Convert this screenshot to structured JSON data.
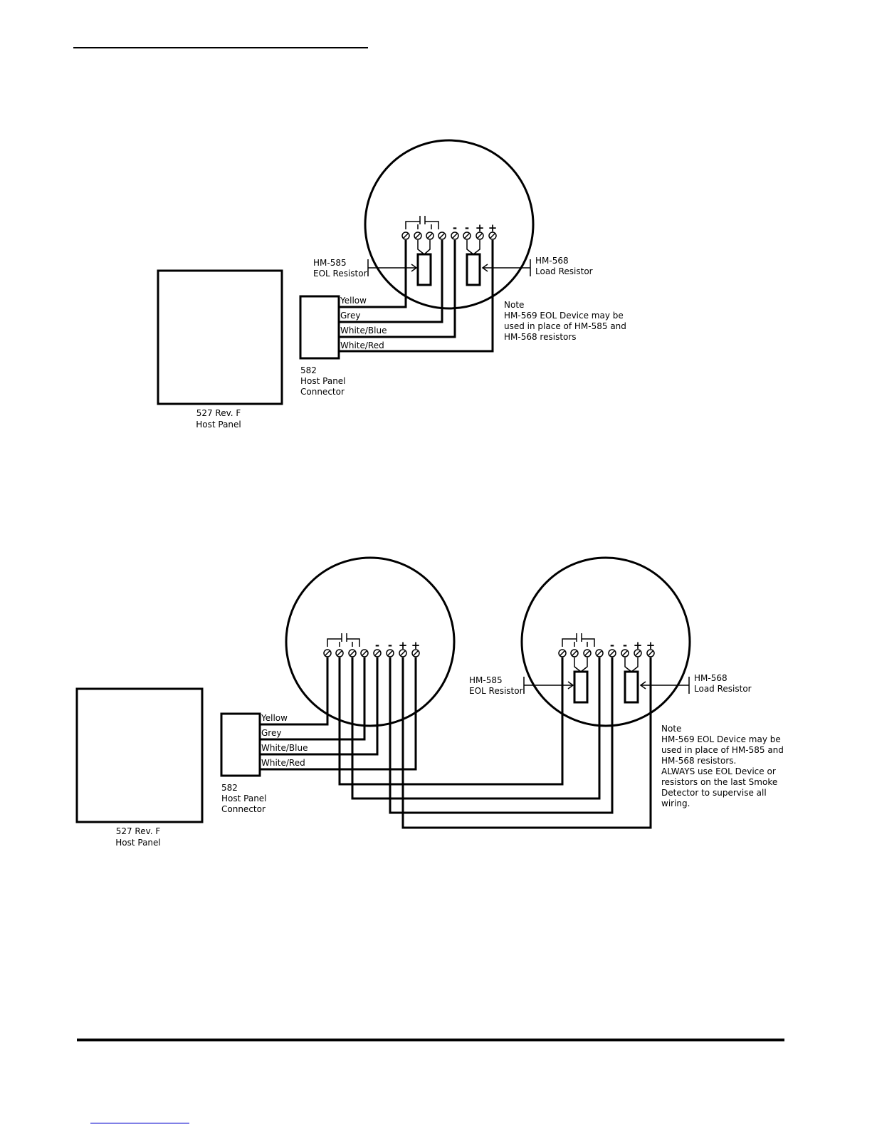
{
  "diagram1": {
    "panel_label": [
      "527 Rev. F",
      "Host Panel"
    ],
    "connector_label": [
      "582",
      "Host Panel",
      "Connector"
    ],
    "wires": [
      "Yellow",
      "Grey",
      "White/Blue",
      "White/Red"
    ],
    "eol_label": [
      "HM-585",
      "EOL Resistor"
    ],
    "load_label": [
      "HM-568",
      "Load Resistor"
    ],
    "note": [
      "Note",
      "HM-569 EOL Device may be",
      "used in place of HM-585 and",
      "HM-568 resistors"
    ],
    "polarity": [
      "-",
      "-",
      "+",
      "+"
    ]
  },
  "diagram2": {
    "panel_label": [
      "527 Rev. F",
      "Host Panel"
    ],
    "connector_label": [
      "582",
      "Host Panel",
      "Connector"
    ],
    "wires": [
      "Yellow",
      "Grey",
      "White/Blue",
      "White/Red"
    ],
    "eol_label": [
      "HM-585",
      "EOL Resistor"
    ],
    "load_label": [
      "HM-568",
      "Load Resistor"
    ],
    "note": [
      "Note",
      "HM-569 EOL Device may be",
      "used in place of HM-585 and",
      "HM-568 resistors.",
      "ALWAYS use EOL Device or",
      "resistors on the last Smoke",
      "Detector to supervise all",
      "wiring."
    ],
    "polarity": [
      "-",
      "-",
      "+",
      "+"
    ]
  },
  "colors": {
    "ink": "#000000",
    "link": "#0000cc"
  }
}
